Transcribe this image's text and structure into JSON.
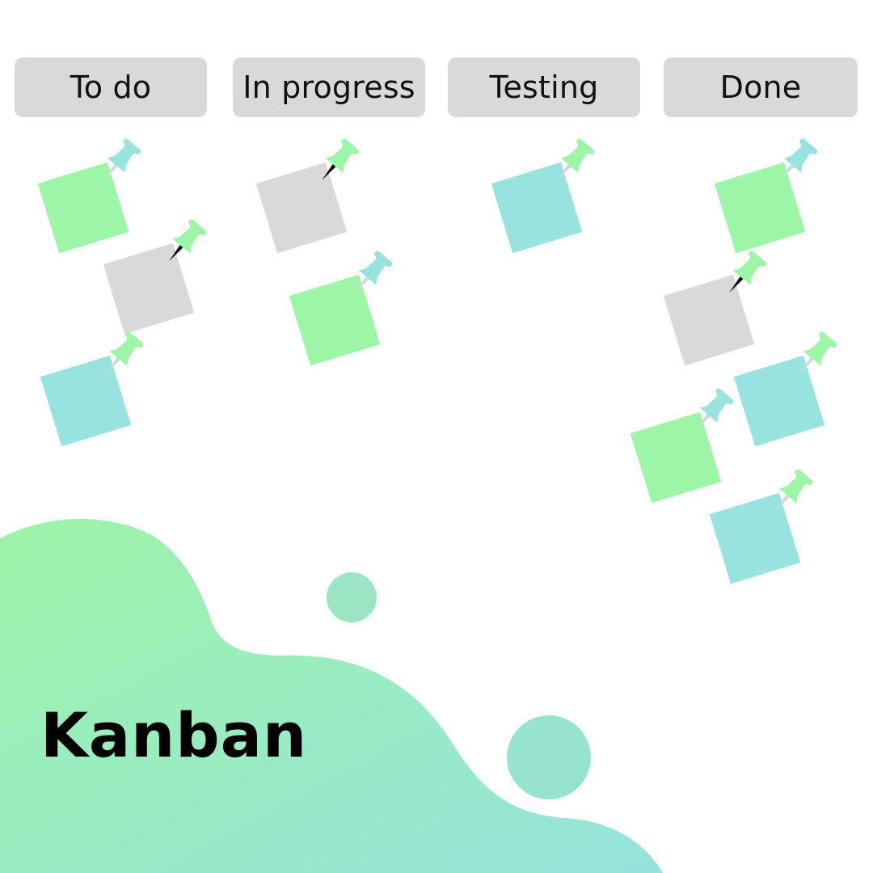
{
  "columns": [
    {
      "label": "To do"
    },
    {
      "label": "In progress"
    },
    {
      "label": "Testing"
    },
    {
      "label": "Done"
    }
  ],
  "title": "Kanban",
  "colors": {
    "note_green": "#9df5a7",
    "note_gray": "#d9d9d9",
    "note_teal": "#98e3e0",
    "pin_teal": "#98e3e0",
    "pin_green": "#9df5a7",
    "header_bg": "#d9d9d9",
    "blob_start": "#9df5a7",
    "blob_end": "#98e3e0"
  },
  "cards": [
    {
      "column": "To do",
      "color": "green",
      "pin": "teal"
    },
    {
      "column": "To do",
      "color": "gray",
      "pin": "green"
    },
    {
      "column": "To do",
      "color": "teal",
      "pin": "green"
    },
    {
      "column": "In progress",
      "color": "gray",
      "pin": "green"
    },
    {
      "column": "In progress",
      "color": "green",
      "pin": "teal"
    },
    {
      "column": "Testing",
      "color": "teal",
      "pin": "green"
    },
    {
      "column": "Done",
      "color": "green",
      "pin": "teal"
    },
    {
      "column": "Done",
      "color": "gray",
      "pin": "green"
    },
    {
      "column": "Done",
      "color": "teal",
      "pin": "green"
    },
    {
      "column": "Done",
      "color": "green",
      "pin": "teal"
    },
    {
      "column": "Done",
      "color": "teal",
      "pin": "green"
    }
  ]
}
